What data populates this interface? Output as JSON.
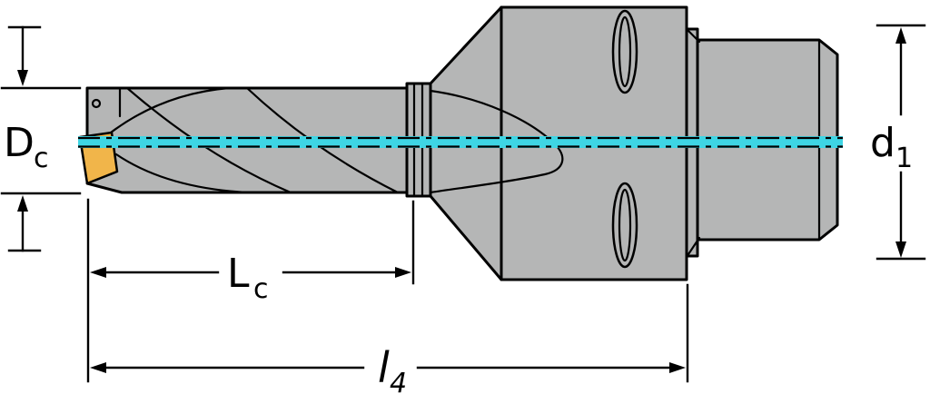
{
  "diagram": {
    "labels": {
      "cutting_diameter": {
        "main": "D",
        "sub": "c"
      },
      "flute_length": {
        "main": "L",
        "sub": "c"
      },
      "overall_length": {
        "main": "l",
        "sub": "4"
      },
      "shank_diameter": {
        "main": "d",
        "sub": "1"
      }
    }
  },
  "colors": {
    "body": "#b5b6b6",
    "outline": "#000000",
    "insert": "#f1b54a",
    "coolant": "#3ed5e4",
    "background": "#ffffff"
  }
}
